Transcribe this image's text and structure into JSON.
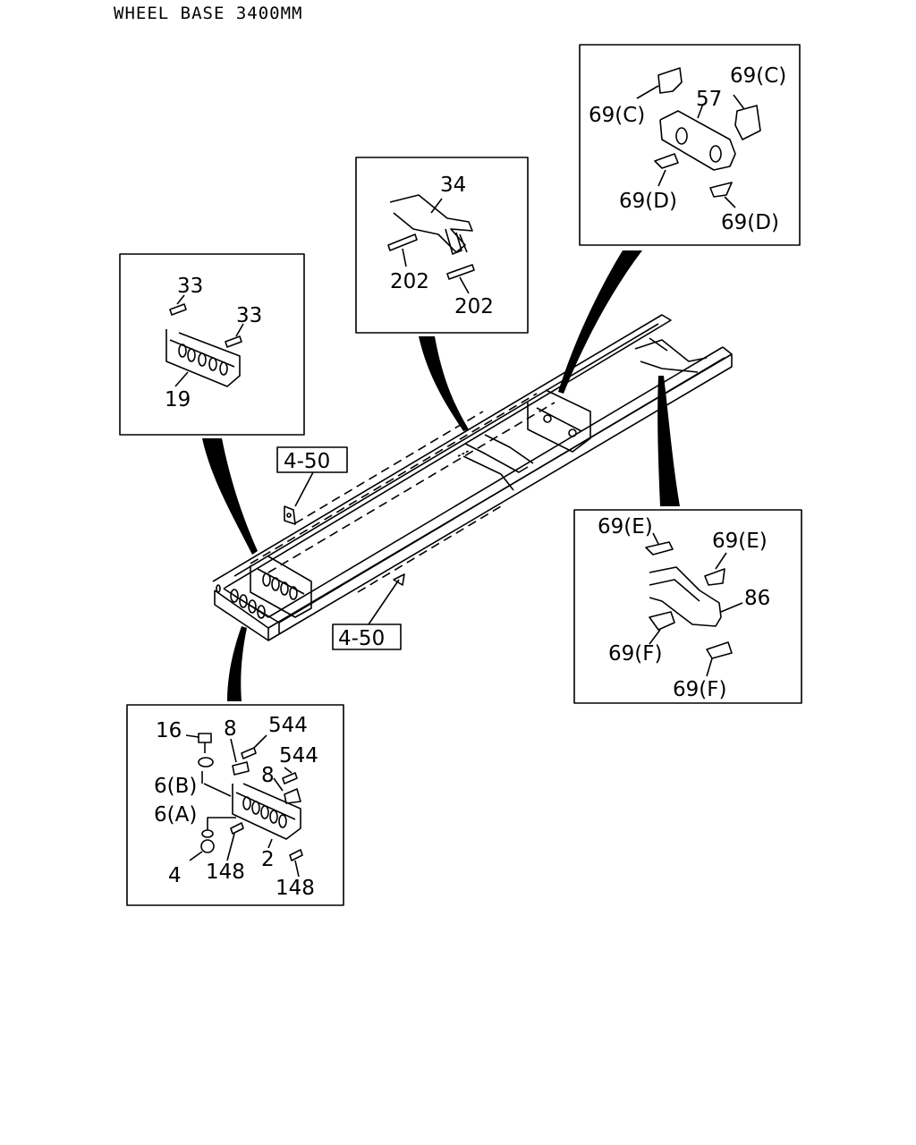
{
  "title": "WHEEL BASE 3400MM",
  "refs": [
    "4-50",
    "4-50"
  ],
  "callouts": {
    "rear_crossmember": {
      "labels": [
        "33",
        "33",
        "19"
      ]
    },
    "center_crossmember": {
      "labels": [
        "34",
        "202",
        "202"
      ]
    },
    "mid_crossmember": {
      "labels": [
        "69(C)",
        "57",
        "69(C)",
        "69(D)",
        "69(D)"
      ]
    },
    "front_crossmember": {
      "labels": [
        "69(E)",
        "69(E)",
        "86",
        "69(F)",
        "69(F)"
      ]
    },
    "rear_end_crossmember": {
      "labels": [
        "16",
        "8",
        "544",
        "544",
        "8",
        "6(B)",
        "6(A)",
        "2",
        "4",
        "148",
        "148"
      ]
    }
  }
}
